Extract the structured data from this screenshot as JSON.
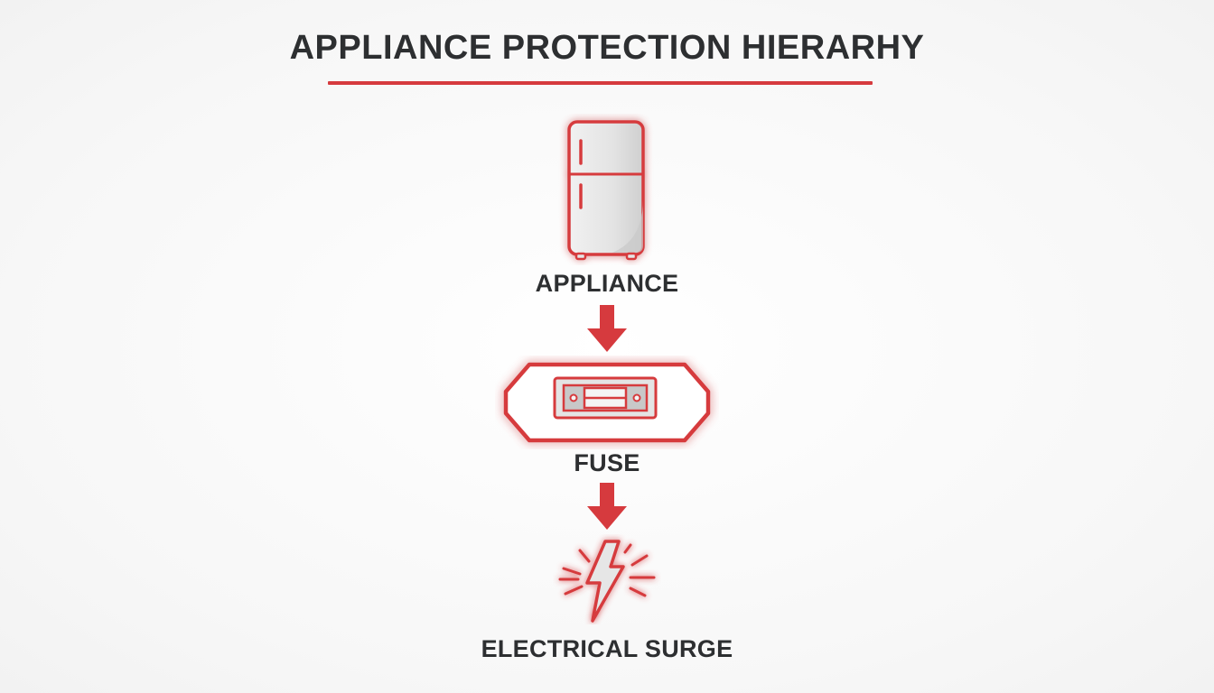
{
  "diagram": {
    "title": "APPLIANCE PROTECTION HIERARHY",
    "nodes": [
      {
        "id": "appliance",
        "label": "APPLIANCE",
        "icon": "refrigerator-icon"
      },
      {
        "id": "fuse",
        "label": "FUSE",
        "icon": "fuse-icon"
      },
      {
        "id": "surge",
        "label": "ELECTRICAL SURGE",
        "icon": "lightning-bolt-icon"
      }
    ],
    "edges": [
      {
        "from": "appliance",
        "to": "fuse",
        "icon": "down-arrow-icon"
      },
      {
        "from": "fuse",
        "to": "surge",
        "icon": "down-arrow-icon"
      }
    ],
    "colors": {
      "accent": "#d63a3e",
      "text": "#2d2f31",
      "icon_fill": "#e6e6e6",
      "background": "#fafafa"
    }
  }
}
